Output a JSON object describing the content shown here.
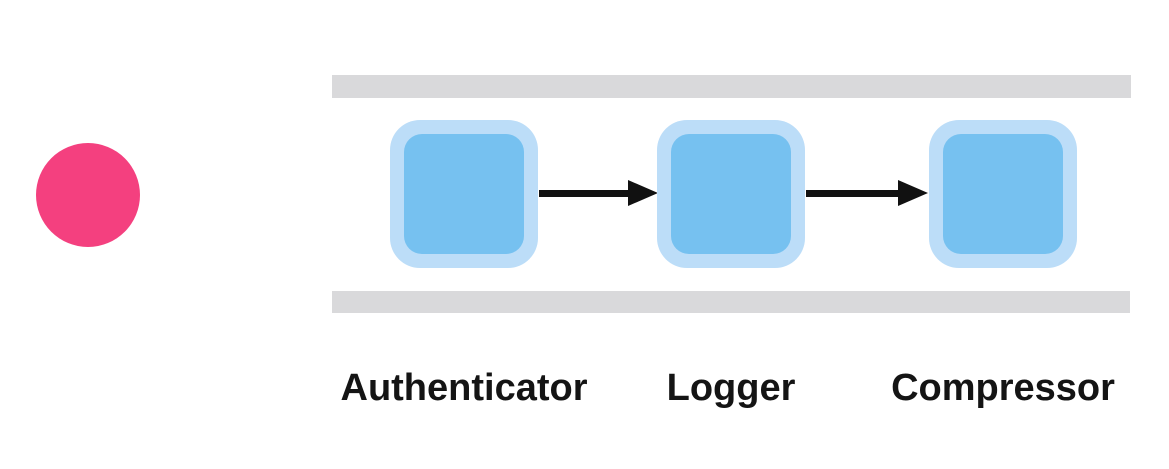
{
  "diagram": {
    "type": "middleware-pipeline",
    "background_color": "#ffffff"
  },
  "request": {
    "shape": "circle",
    "color": "#F4407F"
  },
  "pipeline": {
    "rail_color": "#D9D9DB",
    "rail_count": 2
  },
  "nodes": [
    {
      "label": "Authenticator"
    },
    {
      "label": "Logger"
    },
    {
      "label": "Compressor"
    }
  ],
  "node_style": {
    "outer_color": "#BCDDF8",
    "inner_color": "#76C1F0",
    "shape": "rounded-square"
  },
  "arrows": {
    "count": 2,
    "color": "#111111",
    "direction": "left-to-right"
  },
  "label_style": {
    "color": "#141414"
  }
}
